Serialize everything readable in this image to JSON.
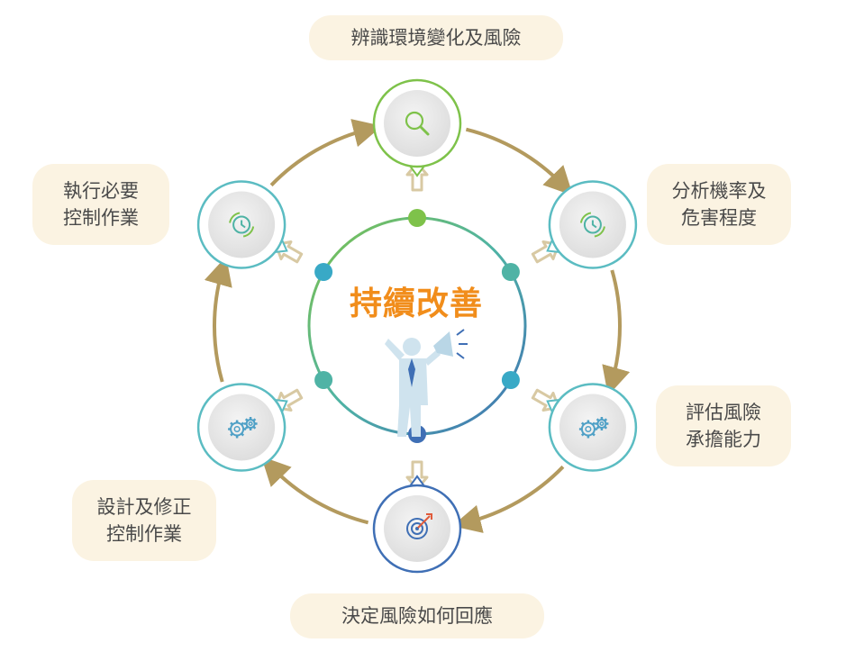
{
  "center": {
    "title": "持續改善",
    "icon": "person-megaphone-icon"
  },
  "steps": [
    {
      "lines": [
        "辨識環境變化及風險"
      ],
      "icon": "magnifier-icon",
      "ring_color": "#7ec24a"
    },
    {
      "lines": [
        "分析機率及",
        "危害程度"
      ],
      "icon": "clock-icon",
      "ring_color": "#5bbcc2"
    },
    {
      "lines": [
        "評估風險",
        "承擔能力"
      ],
      "icon": "gears-icon",
      "ring_color": "#5bbcc2"
    },
    {
      "lines": [
        "決定風險如何回應"
      ],
      "icon": "target-icon",
      "ring_color": "#3f6fb5"
    },
    {
      "lines": [
        "設計及修正",
        "控制作業"
      ],
      "icon": "gears-icon",
      "ring_color": "#5bbcc2"
    },
    {
      "lines": [
        "執行必要",
        "控制作業"
      ],
      "icon": "clock-icon",
      "ring_color": "#5bbcc2"
    }
  ],
  "colors": {
    "cycle_arrow": "#b39a5e",
    "label_bg": "#fbf3e2",
    "center_text": "#f18d1b",
    "inner_arrow": "#d8c9a3"
  }
}
